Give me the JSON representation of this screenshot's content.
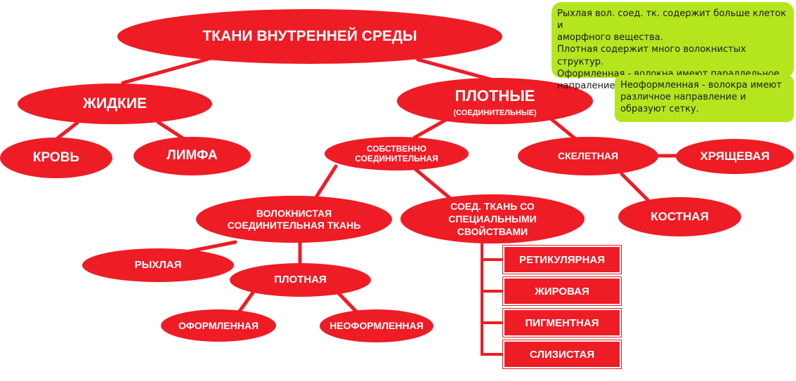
{
  "title": "ТКАНИ ВНУТРЕННЕЙ СРЕДЫ",
  "nodes": {
    "liquid": "ЖИДКИЕ",
    "blood": "КРОВЬ",
    "lymph": "ЛИМФА",
    "dense": "ПЛОТНЫЕ",
    "dense_sub": "(СОЕДИНИТЕЛЬНЫЕ)",
    "proper_line1": "СОБСТВЕННО",
    "proper_line2": "СОЕДИНИТЕЛЬНАЯ",
    "skeletal": "СКЕЛЕТНАЯ",
    "cartilage": "ХРЯЩЕВАЯ",
    "bone": "КОСТНАЯ",
    "fibrous_line1": "ВОЛОКНИСТАЯ",
    "fibrous_line2": "СОЕДИНИТЕЛЬНАЯ ТКАНЬ",
    "special_line1": "СОЕД. ТКАНЬ СО",
    "special_line2": "СПЕЦИАЛЬНЫМИ",
    "special_line3": "СВОЙСТВАМИ",
    "loose": "РЫХЛАЯ",
    "dense_fibrous": "ПЛОТНАЯ",
    "formed": "ОФОРМЛЕННАЯ",
    "unformed": "НЕОФОРМЛЕННАЯ"
  },
  "special_types": [
    "РЕТИКУЛЯРНАЯ",
    "ЖИРОВАЯ",
    "ПИГМЕНТНАЯ",
    "СЛИЗИСТАЯ"
  ],
  "notes": {
    "note1": [
      "Рыхлая вол. соед. тк. содержит больше клеток и",
      "аморфного вещества.",
      "Плотная содержит много волокнистых структур.",
      "Оформленная - волокна имеют параллельное",
      "напраление."
    ],
    "note2": [
      "Неоформленная - волокра имеют",
      "различное направление и",
      "образуют сетку."
    ]
  },
  "colors": {
    "node_fill": "#ee1c25",
    "node_text": "#ffffff",
    "note_fill": "#b5e61d",
    "link": "#ee1c25"
  }
}
